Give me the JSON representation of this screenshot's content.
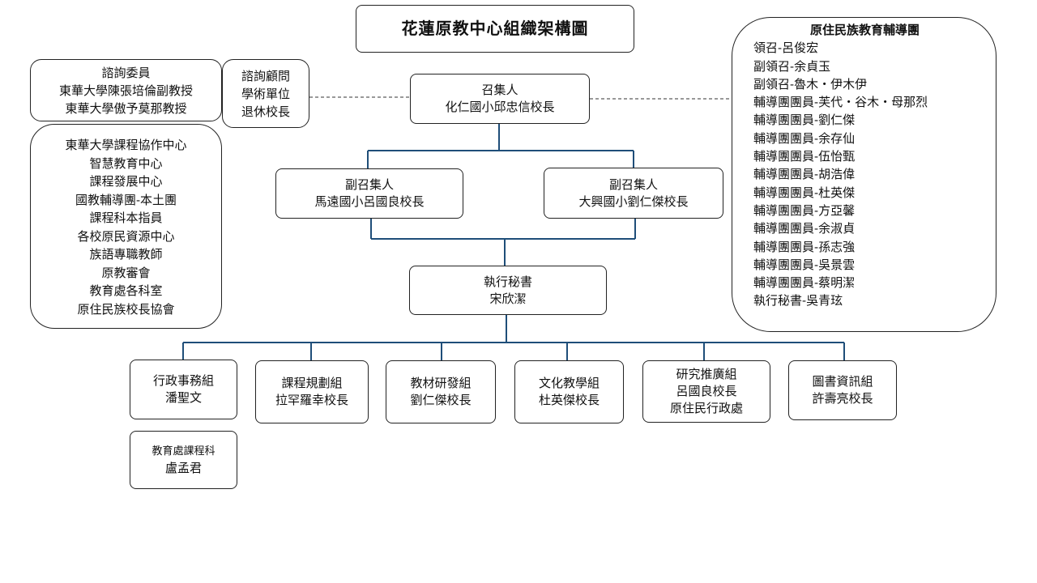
{
  "title": "花蓮原教中心組織架構圖",
  "advisory_committee": [
    "諮詢委員",
    "東華大學陳張培倫副教授",
    "東華大學傲予莫那教授"
  ],
  "advisors": [
    "諮詢顧問",
    "學術單位",
    "退休校長"
  ],
  "partners": [
    "東華大學課程協作中心",
    "智慧教育中心",
    "課程發展中心",
    "國教輔導團-本土團",
    "課程科本指員",
    "各校原民資源中心",
    "族語專職教師",
    "原教審會",
    "教育處各科室",
    "原住民族校長協會"
  ],
  "convener": [
    "召集人",
    "化仁國小邱忠信校長"
  ],
  "deputy_left": [
    "副召集人",
    "馬遠國小呂國良校長"
  ],
  "deputy_right": [
    "副召集人",
    "大興國小劉仁傑校長"
  ],
  "exec_secretary": [
    "執行秘書",
    "宋欣潔"
  ],
  "counsel_team": {
    "heading": "原住民族教育輔導團",
    "members": [
      "領召-呂俊宏",
      "副領召-余貞玉",
      "副領召-魯木・伊木伊",
      "輔導團團員-芙代・谷木・母那烈",
      "輔導團團員-劉仁傑",
      "輔導團團員-余存仙",
      "輔導團團員-伍怡甄",
      "輔導團團員-胡浩偉",
      "輔導團團員-杜英傑",
      "輔導團團員-方亞馨",
      "輔導團團員-余淑貞",
      "輔導團團員-孫志強",
      "輔導團團員-吳景雲",
      "輔導團團員-蔡明潔",
      "執行秘書-吳青玹"
    ]
  },
  "groups": [
    [
      "行政事務組",
      "潘聖文"
    ],
    [
      "課程規劃組",
      "拉罕羅幸校長"
    ],
    [
      "教材研發組",
      "劉仁傑校長"
    ],
    [
      "文化教學組",
      "杜英傑校長"
    ],
    [
      "研究推廣組",
      "呂國良校長",
      "原住民行政處"
    ],
    [
      "圖書資訊組",
      "許壽亮校長"
    ]
  ],
  "admin_sub": [
    "教育處課程科",
    "盧孟君"
  ],
  "colors": {
    "connector": "#1f4e79",
    "border": "#222222",
    "dashed": "#333333"
  }
}
